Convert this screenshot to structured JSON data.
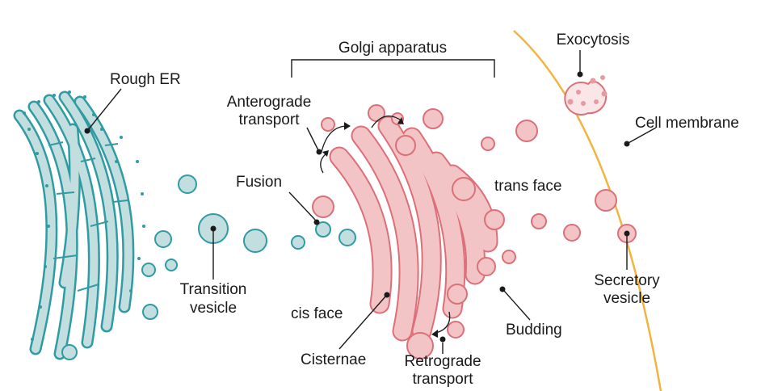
{
  "diagram": {
    "labels": {
      "golgi_apparatus": "Golgi apparatus",
      "rough_er": "Rough ER",
      "anterograde_transport_1": "Anterograde",
      "anterograde_transport_2": "transport",
      "fusion": "Fusion",
      "transition_vesicle_1": "Transition",
      "transition_vesicle_2": "vesicle",
      "cis_face": "cis face",
      "cisternae": "Cisternae",
      "retrograde_transport_1": "Retrograde",
      "retrograde_transport_2": "transport",
      "trans_face": "trans face",
      "budding": "Budding",
      "exocytosis": "Exocytosis",
      "cell_membrane": "Cell membrane",
      "secretory_vesicle_1": "Secretory",
      "secretory_vesicle_2": "vesicle"
    },
    "colors": {
      "er_fill": "#c3dedf",
      "er_stroke": "#2f9ba3",
      "golgi_fill": "#f3c4c6",
      "golgi_stroke": "#dc7078",
      "membrane": "#f1b441",
      "text": "#1a1a1a"
    }
  }
}
